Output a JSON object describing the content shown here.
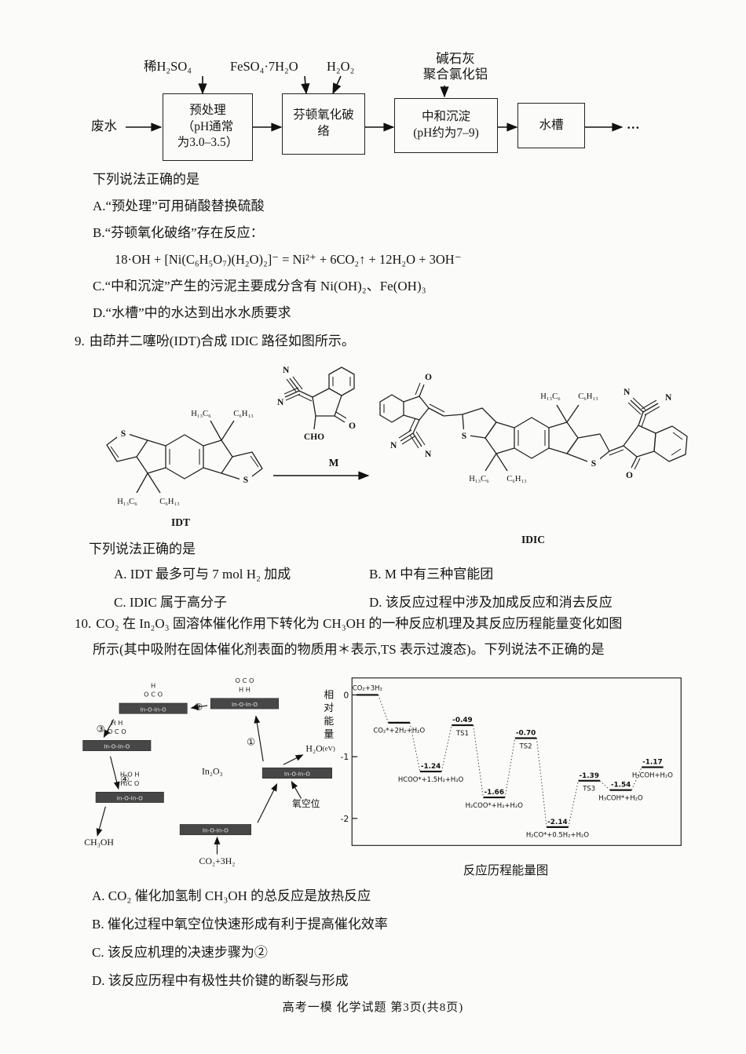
{
  "page": {
    "footer": "高考一模 化学试题 第3页(共8页)"
  },
  "flow": {
    "in1": "稀H₂SO₄",
    "in2": "FeSO₄·7H₂O",
    "in3": "H₂O₂",
    "in4a": "碱石灰",
    "in4b": "聚合氯化铝",
    "start": "废水",
    "b1l1": "预处理",
    "b1l2": "（pH通常",
    "b1l3": "为3.0–3.5）",
    "b2l1": "芬顿氧化破",
    "b2l2": "络",
    "b3l1": "中和沉淀",
    "b3l2": "(pH约为7–9)",
    "b4": "水槽",
    "more": "…"
  },
  "q8": {
    "stem": "下列说法正确的是",
    "a": "A.“预处理”可用硝酸替换硫酸",
    "b": "B.“芬顿氧化破络”存在反应：",
    "beq": "18·OH + [Ni(C₆H₅O₇)(H₂O)₂]⁻ = Ni²⁺ + 6CO₂↑ + 12H₂O + 3OH⁻",
    "c": "C.“中和沉淀”产生的污泥主要成分含有 Ni(OH)₂、Fe(OH)₃",
    "d": "D.“水槽”中的水达到出水水质要求"
  },
  "q9": {
    "num": "9.",
    "stem": "由茚并二噻吩(IDT)合成 IDIC 路径如图所示。",
    "prompt": "下列说法正确的是",
    "a": "A. IDT 最多可与 7 mol H₂ 加成",
    "b": "B. M 中有三种官能团",
    "c": "C. IDIC 属于高分子",
    "d": "D. 该反应过程中涉及加成反应和消去反应",
    "lab": {
      "s": "S",
      "o": "O",
      "n": "N",
      "cho": "CHO",
      "hex1": "H₁₃C₆",
      "hex2": "C₆H₁₃",
      "idt": "IDT",
      "m": "M",
      "idic": "IDIC"
    }
  },
  "q10": {
    "num": "10.",
    "stem1": "CO₂ 在 In₂O₃ 固溶体催化作用下转化为 CH₃OH 的一种反应机理及其反应历程能量变化如图",
    "stem2": "所示(其中吸附在固体催化剂表面的物质用＊表示,TS 表示过渡态)。下列说法不正确的是",
    "a": "A. CO₂ 催化加氢制 CH₃OH 的总反应是放热反应",
    "b": "B. 催化过程中氧空位快速形成有利于提高催化效率",
    "c": "C. 该反应机理的决速步骤为②",
    "d": "D. 该反应历程中有极性共价键的断裂与形成",
    "mech": {
      "center": "In₂O₃",
      "s1": "①",
      "s2": "②",
      "s3": "③",
      "s4": "④",
      "ch3oh": "CH₃OH",
      "h2o": "H₂O",
      "co2": "CO₂+3H₂",
      "vac": "氧空位",
      "bar": "In-O-In-O",
      "adsA1": "H",
      "adsA2": "O C O",
      "adsB1": "O C O",
      "adsB2": "H H",
      "adsD1": "H H",
      "adsD2": "O C O",
      "adsE1": "H-O H",
      "adsE2": "H₂C O"
    }
  },
  "chart_data": {
    "type": "line",
    "subtype": "energy_profile",
    "title": "反应历程能量图",
    "ylabel": "相对能量(eV)",
    "ylim": [
      -2.4,
      0.3
    ],
    "yticks": [
      0,
      -1,
      -2
    ],
    "grid": false,
    "states": [
      {
        "label": "CO₂+3H₂",
        "energy": 0,
        "label_pos": "above"
      },
      {
        "label": "CO₂*+2H₂+H₂O",
        "energy": -0.45
      },
      {
        "label": "HCOO*+1.5H₂+H₂O",
        "energy": -1.24,
        "value_label": "-1.24"
      },
      {
        "label": "TS1",
        "energy": -0.49,
        "value_label": "-0.49"
      },
      {
        "label": "H₂COO*+H₂+H₂O",
        "energy": -1.66,
        "value_label": "-1.66"
      },
      {
        "label": "TS2",
        "energy": -0.7,
        "value_label": "-0.70"
      },
      {
        "label": "H₂CO*+0.5H₂+H₂O",
        "energy": -2.14,
        "value_label": "-2.14"
      },
      {
        "label": "TS3",
        "energy": -1.39,
        "value_label": "-1.39"
      },
      {
        "label": "H₃COH*+H₂O",
        "energy": -1.54,
        "value_label": "-1.54"
      },
      {
        "label": "H₃COH+H₂O",
        "energy": -1.17,
        "value_label": "-1.17"
      }
    ]
  }
}
